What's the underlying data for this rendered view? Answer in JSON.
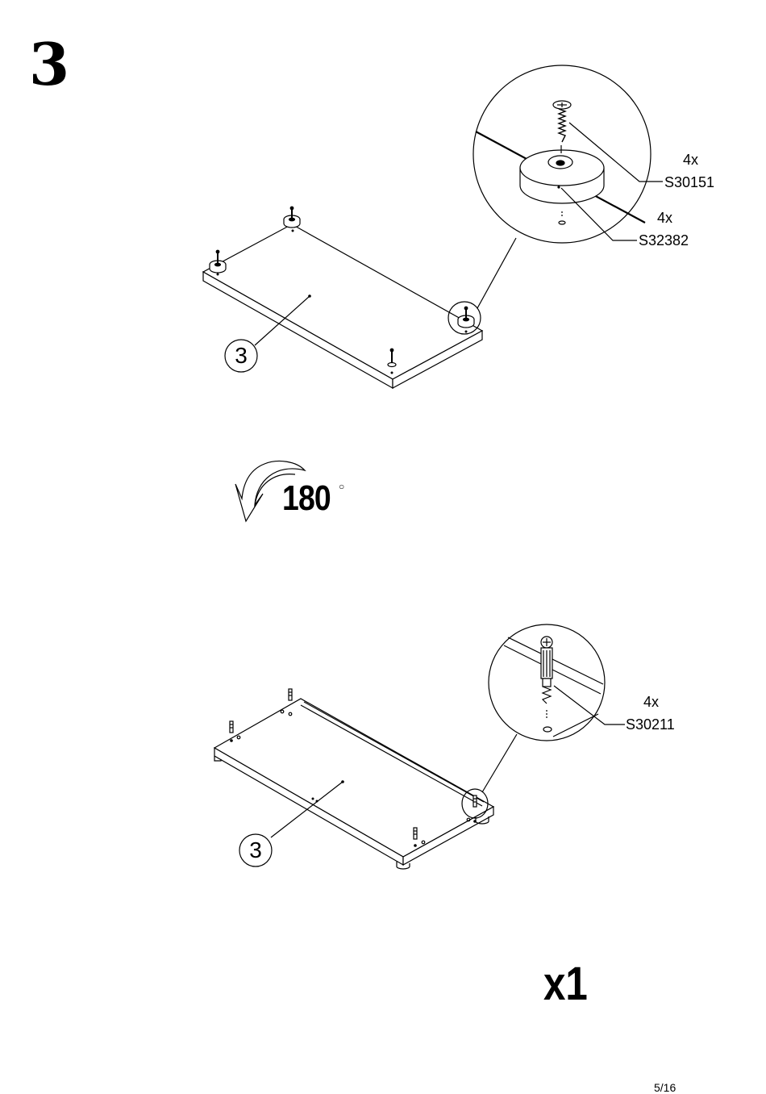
{
  "step": {
    "number": "3"
  },
  "top_illustration": {
    "part_label": "3",
    "callouts": [
      {
        "quantity": "4x",
        "code": "S30151"
      },
      {
        "quantity": "4x",
        "code": "S32382"
      }
    ]
  },
  "rotation": {
    "angle": "180",
    "degree_symbol": "○"
  },
  "bottom_illustration": {
    "part_label": "3",
    "callouts": [
      {
        "quantity": "4x",
        "code": "S30211"
      }
    ]
  },
  "multiplier": "x1",
  "page": {
    "number": "5/16"
  }
}
